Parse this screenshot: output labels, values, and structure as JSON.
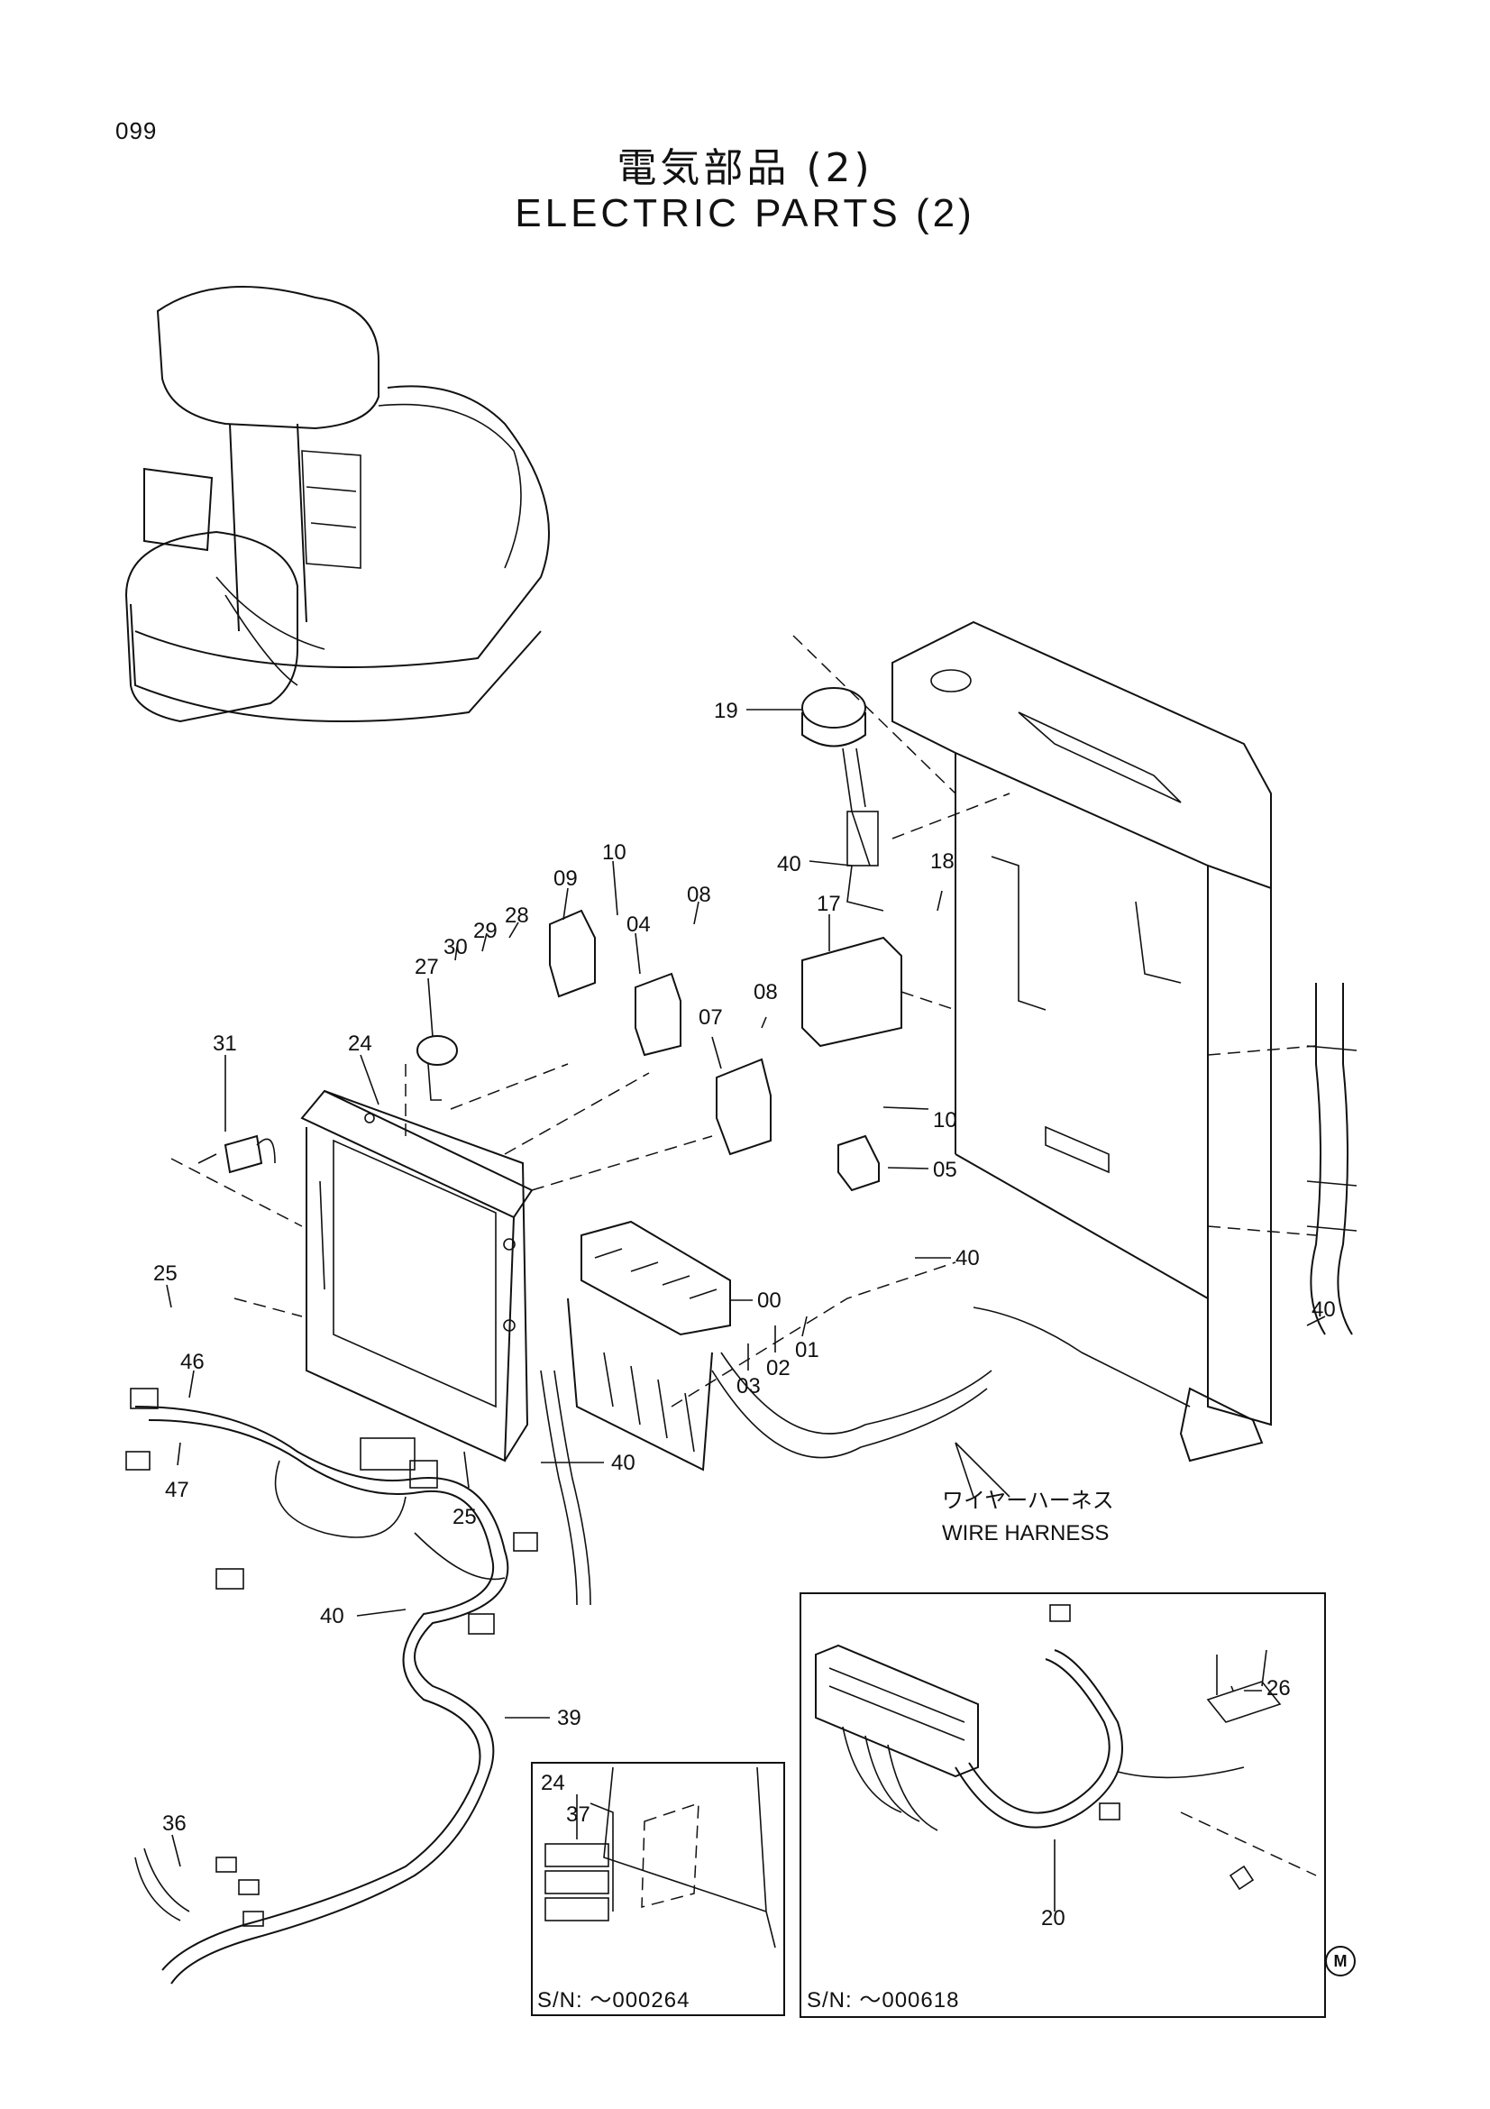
{
  "page_number": "099",
  "title_ja": "電気部品 (2)",
  "title_en": "ELECTRIC PARTS (2)",
  "harness_label_ja": "ワイヤーハーネス",
  "harness_label_en": "WIRE HARNESS",
  "callouts": [
    "19",
    "40",
    "18",
    "17",
    "10",
    "09",
    "08",
    "04",
    "28",
    "29",
    "30",
    "27",
    "31",
    "24",
    "07",
    "08",
    "10",
    "05",
    "40",
    "40",
    "00",
    "01",
    "02",
    "03",
    "25",
    "46",
    "47",
    "25",
    "40",
    "40",
    "39",
    "36",
    "24",
    "37",
    "26",
    "20"
  ],
  "inset_left": {
    "serial": "S/N: ～000264"
  },
  "inset_right": {
    "serial": "S/N: ～000618"
  },
  "corner_mark": "M"
}
